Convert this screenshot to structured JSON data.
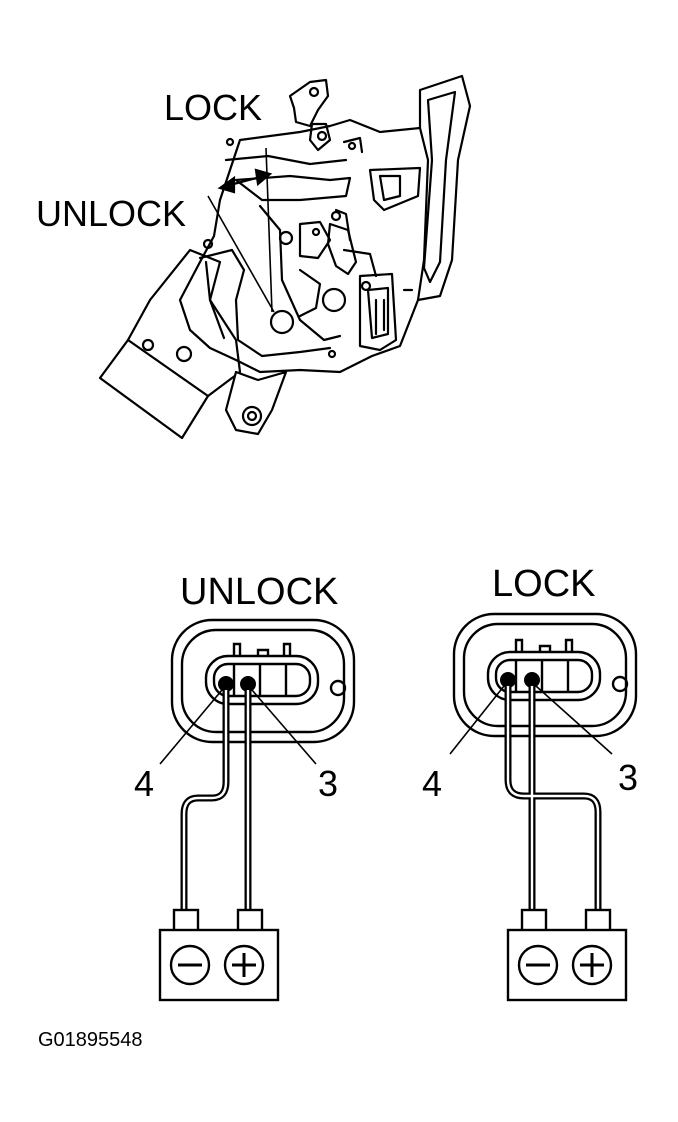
{
  "top_figure": {
    "lock_label": "LOCK",
    "unlock_label": "UNLOCK"
  },
  "connectors": [
    {
      "state_label": "UNLOCK",
      "left_pin": "4",
      "right_pin": "3",
      "battery_left_symbol": "−",
      "battery_right_symbol": "+"
    },
    {
      "state_label": "LOCK",
      "left_pin": "4",
      "right_pin": "3",
      "battery_left_symbol": "−",
      "battery_right_symbol": "+"
    }
  ],
  "figure_id": "G01895548",
  "colors": {
    "ink": "#000000",
    "paper": "#ffffff"
  }
}
